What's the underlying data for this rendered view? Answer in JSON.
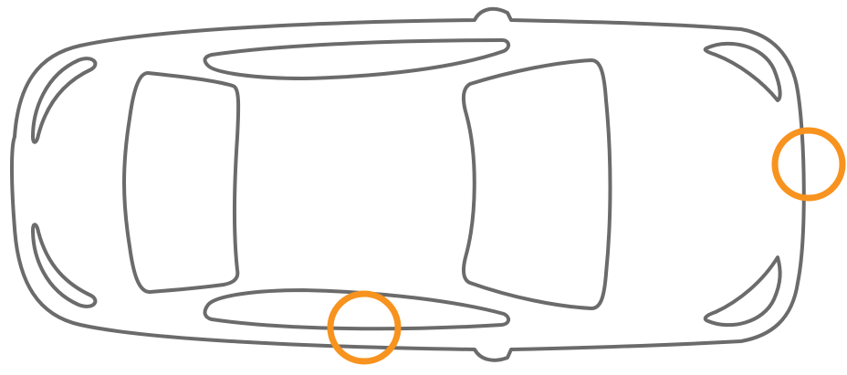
{
  "diagram": {
    "subject": "car-top-view",
    "colors": {
      "outline": "#6b6b6b",
      "marker": "#f7931e",
      "background": "#ffffff"
    },
    "markers": [
      {
        "name": "front-sensor-marker",
        "location": "front"
      },
      {
        "name": "side-sensor-marker",
        "location": "right-side"
      }
    ]
  }
}
